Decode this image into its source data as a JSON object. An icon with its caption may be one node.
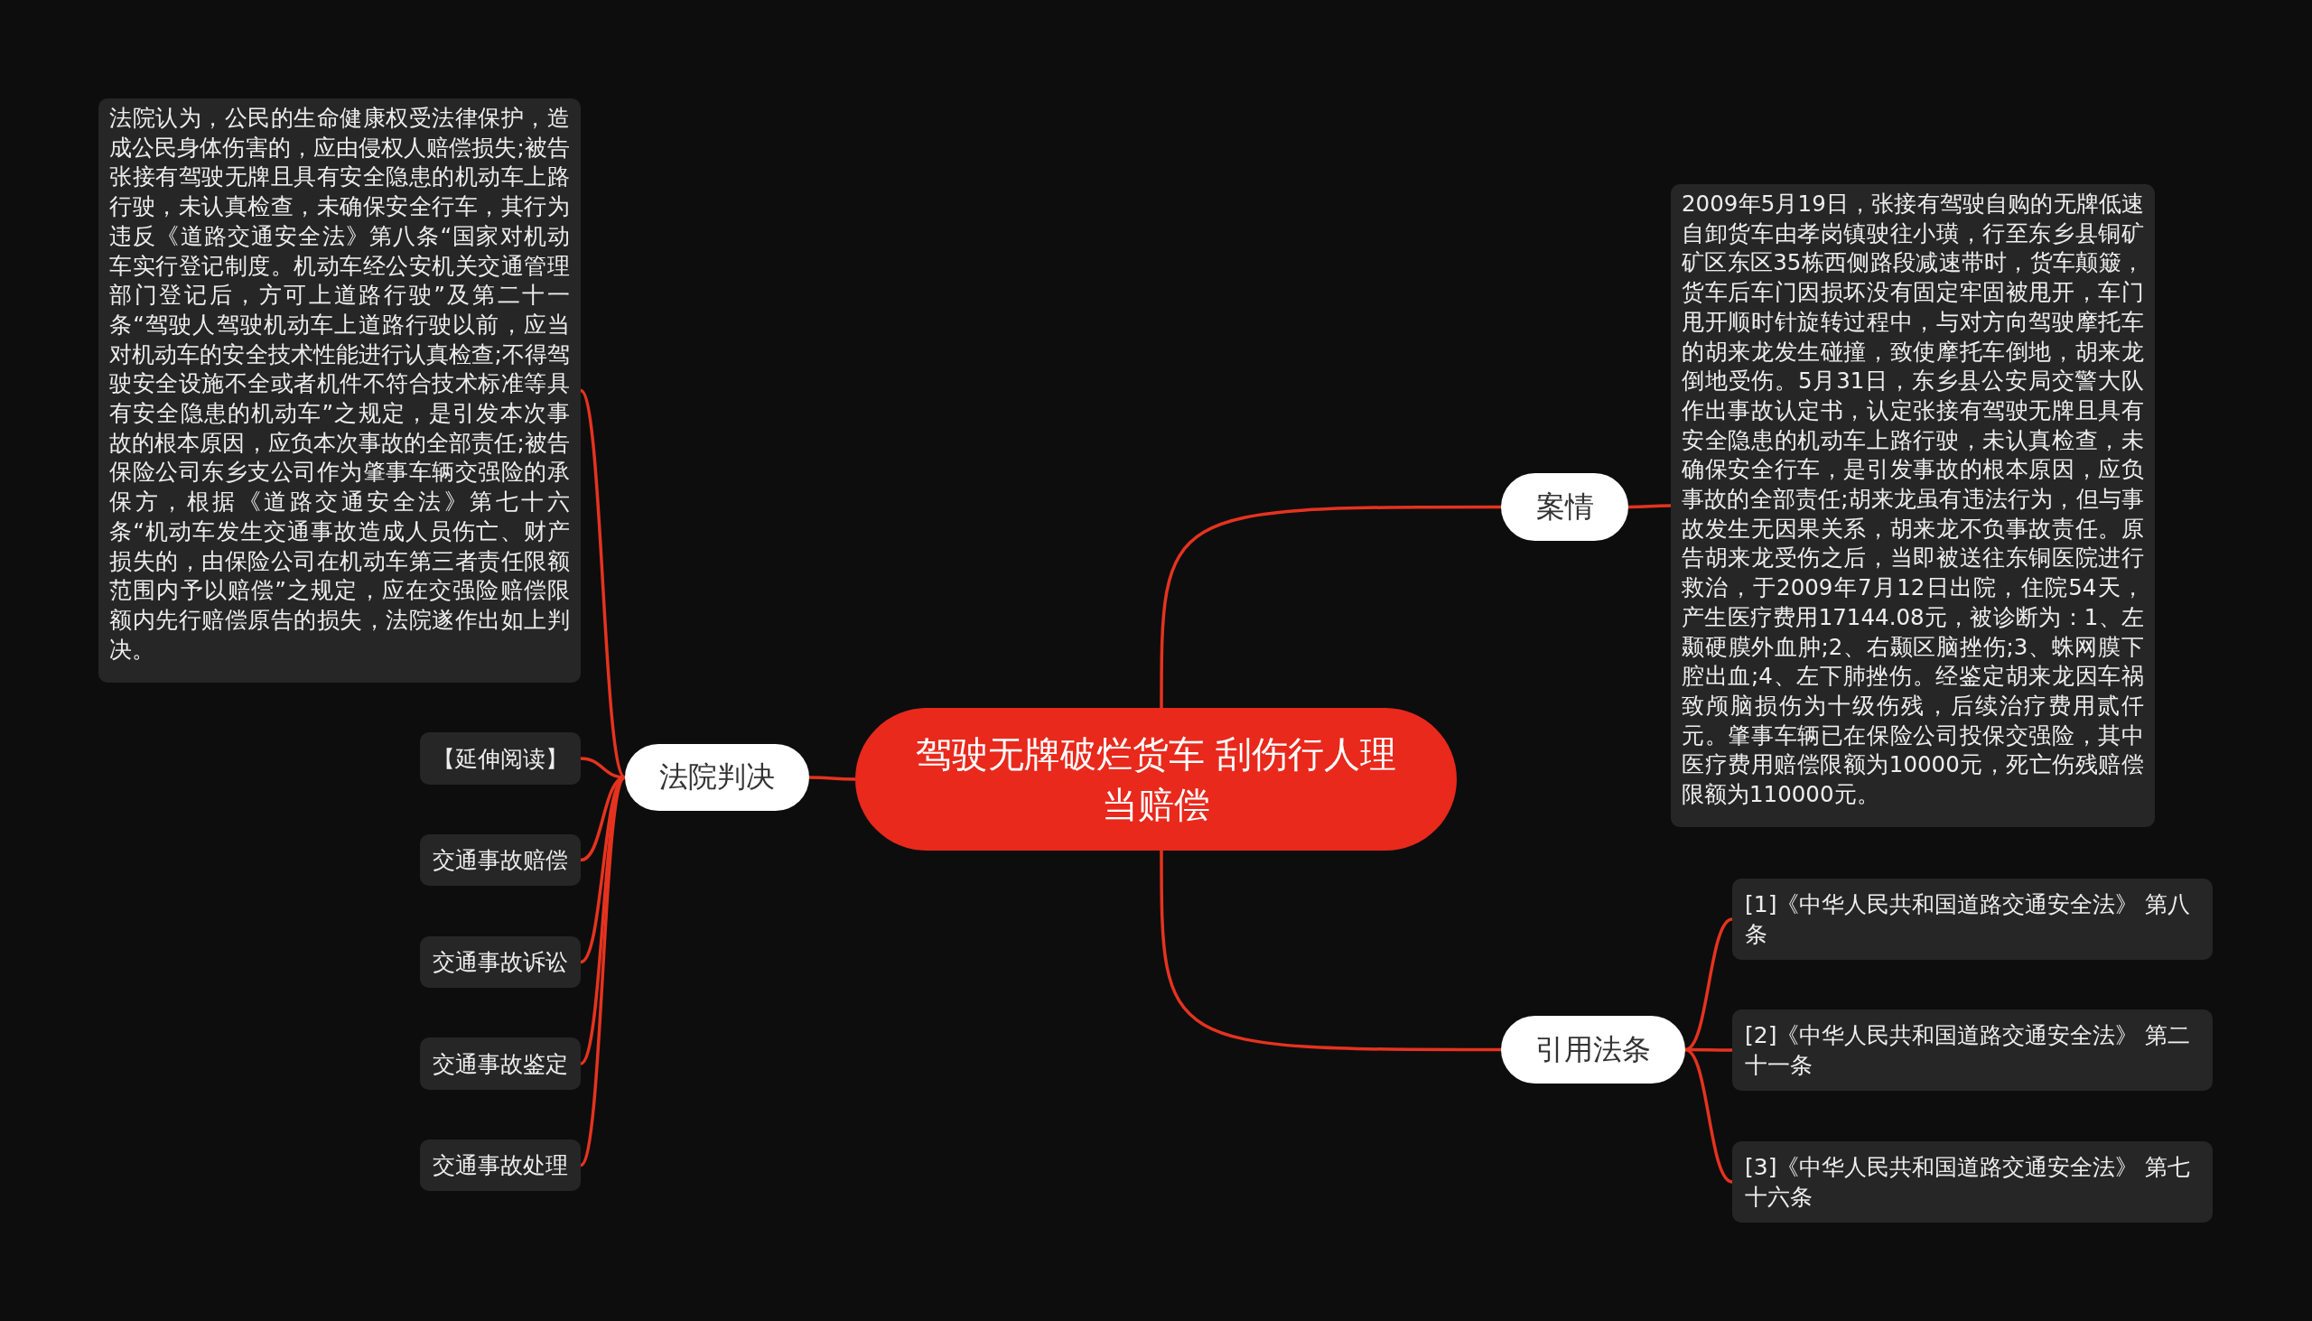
{
  "diagram": {
    "nodes": [
      {
        "text": [
          "驾驶无牌破烂货车 刮伤行人理当赔偿"
        ]
      },
      {
        "text": [
          "案情"
        ]
      },
      {
        "text": [
          "2009年5月19日，张接有驾驶自购的无牌低速自卸货车由孝岗镇驶往小璜，行至东乡县铜矿矿区东区35栋西侧路段减速带时，货车颠簸，货车后车门因损坏没有固定牢固被甩开，车门甩开顺时针旋转过程中，与对方向驾驶摩托车的胡来龙发生碰撞，致使摩托车倒地，胡来龙倒地受伤。5月31日，东乡县公安局交警大队作出事故认定书，认定张接有驾驶无牌且具有安全隐患的机动车上路行驶，未认真检查，未确保安全行车，是引发事故的根本原因，应负事故的全部责任;胡来龙虽有违法行为，但与事故发生无因果关系，胡来龙不负事故责任。原告胡来龙受伤之后，当即被送往东铜医院进行救治，于2009年7月12日出院，住院54天，产生医疗费用17144.08元，被诊断为：1、左颞硬膜外血肿;2、右颞区脑挫伤;3、蛛网膜下腔出血;4、左下肺挫伤。经鉴定胡来龙因车祸致颅脑损伤为十级伤残，后续治疗费用贰仟元。肇事车辆已在保险公司投保交强险，其中医疗费用赔偿限额为10000元，死亡伤残赔偿限额为110000元。"
        ]
      },
      {
        "text": [
          "引用法条"
        ]
      },
      {
        "text": [
          "[1]《中华人民共和国道路交通安全法》 第八条"
        ]
      },
      {
        "text": [
          "[2]《中华人民共和国道路交通安全法》 第二十一条"
        ]
      },
      {
        "text": [
          "[3]《中华人民共和国道路交通安全法》 第七十六条"
        ]
      },
      {
        "text": [
          "法院判决"
        ]
      },
      {
        "text": [
          "法院认为，公民的生命健康权受法律保护，造成公民身体伤害的，应由侵权人赔偿损失;被告张接有驾驶无牌且具有安全隐患的机动车上路行驶，未认真检查，未确保安全行车，其行为违反《道路交通安全法》第八条“国家对机动车实行登记制度。机动车经公安机关交通管理部门登记后，方可上道路行驶”及第二十一条“驾驶人驾驶机动车上道路行驶以前，应当对机动车的安全技术性能进行认真检查;不得驾驶安全设施不全或者机件不符合技术标准等具有安全隐患的机动车”之规定，是引发本次事故的根本原因，应负本次事故的全部责任;被告保险公司东乡支公司作为肇事车辆交强险的承保方，根据《道路交通安全法》第七十六条“机动车发生交通事故造成人员伤亡、财产损失的，由保险公司在机动车第三者责任限额范围内予以赔偿”之规定，应在交强险赔偿限额内先行赔偿原告的损失，法院遂作出如上判决。"
        ]
      },
      {
        "text": [
          "【延伸阅读】"
        ]
      },
      {
        "text": [
          "交通事故赔偿"
        ]
      },
      {
        "text": [
          "交通事故诉讼"
        ]
      },
      {
        "text": [
          "交通事故鉴定"
        ]
      },
      {
        "text": [
          "交通事故处理"
        ]
      }
    ],
    "edges": [
      {
        "from": 0,
        "to": 1,
        "arrow": "none"
      },
      {
        "from": 1,
        "to": 2,
        "arrow": "none"
      },
      {
        "from": 0,
        "to": 3,
        "arrow": "none"
      },
      {
        "from": 3,
        "to": 4,
        "arrow": "none"
      },
      {
        "from": 3,
        "to": 5,
        "arrow": "none"
      },
      {
        "from": 3,
        "to": 6,
        "arrow": "none"
      },
      {
        "from": 0,
        "to": 7,
        "arrow": "none"
      },
      {
        "from": 7,
        "to": 8,
        "arrow": "none"
      },
      {
        "from": 7,
        "to": 9,
        "arrow": "none"
      },
      {
        "from": 7,
        "to": 10,
        "arrow": "none"
      },
      {
        "from": 7,
        "to": 11,
        "arrow": "none"
      },
      {
        "from": 7,
        "to": 12,
        "arrow": "none"
      },
      {
        "from": 7,
        "to": 13,
        "arrow": "none"
      }
    ]
  }
}
